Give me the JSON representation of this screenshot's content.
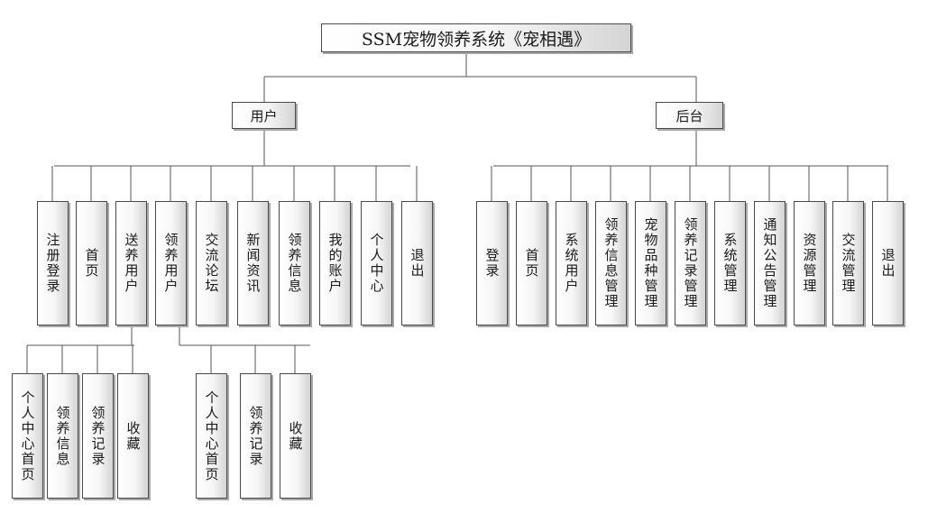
{
  "root": {
    "label": "SSM宠物领养系统《宠相遇》"
  },
  "user": {
    "label": "用户",
    "modules": [
      "注册登录",
      "首页",
      "送养用户",
      "领养用户",
      "交流论坛",
      "新闻资讯",
      "领养信息",
      "我的账户",
      "个人中心",
      "退出"
    ],
    "sender_modules": [
      "个人中心首页",
      "领养信息",
      "领养记录",
      "收藏"
    ],
    "adopter_modules": [
      "个人中心首页",
      "领养记录",
      "收藏"
    ]
  },
  "admin": {
    "label": "后台",
    "modules": [
      "登录",
      "首页",
      "系统用户",
      "领养信息管理",
      "宠物品种管理",
      "领养记录管理",
      "系统管理",
      "通知公告管理",
      "资源管理",
      "交流管理",
      "退出"
    ]
  }
}
